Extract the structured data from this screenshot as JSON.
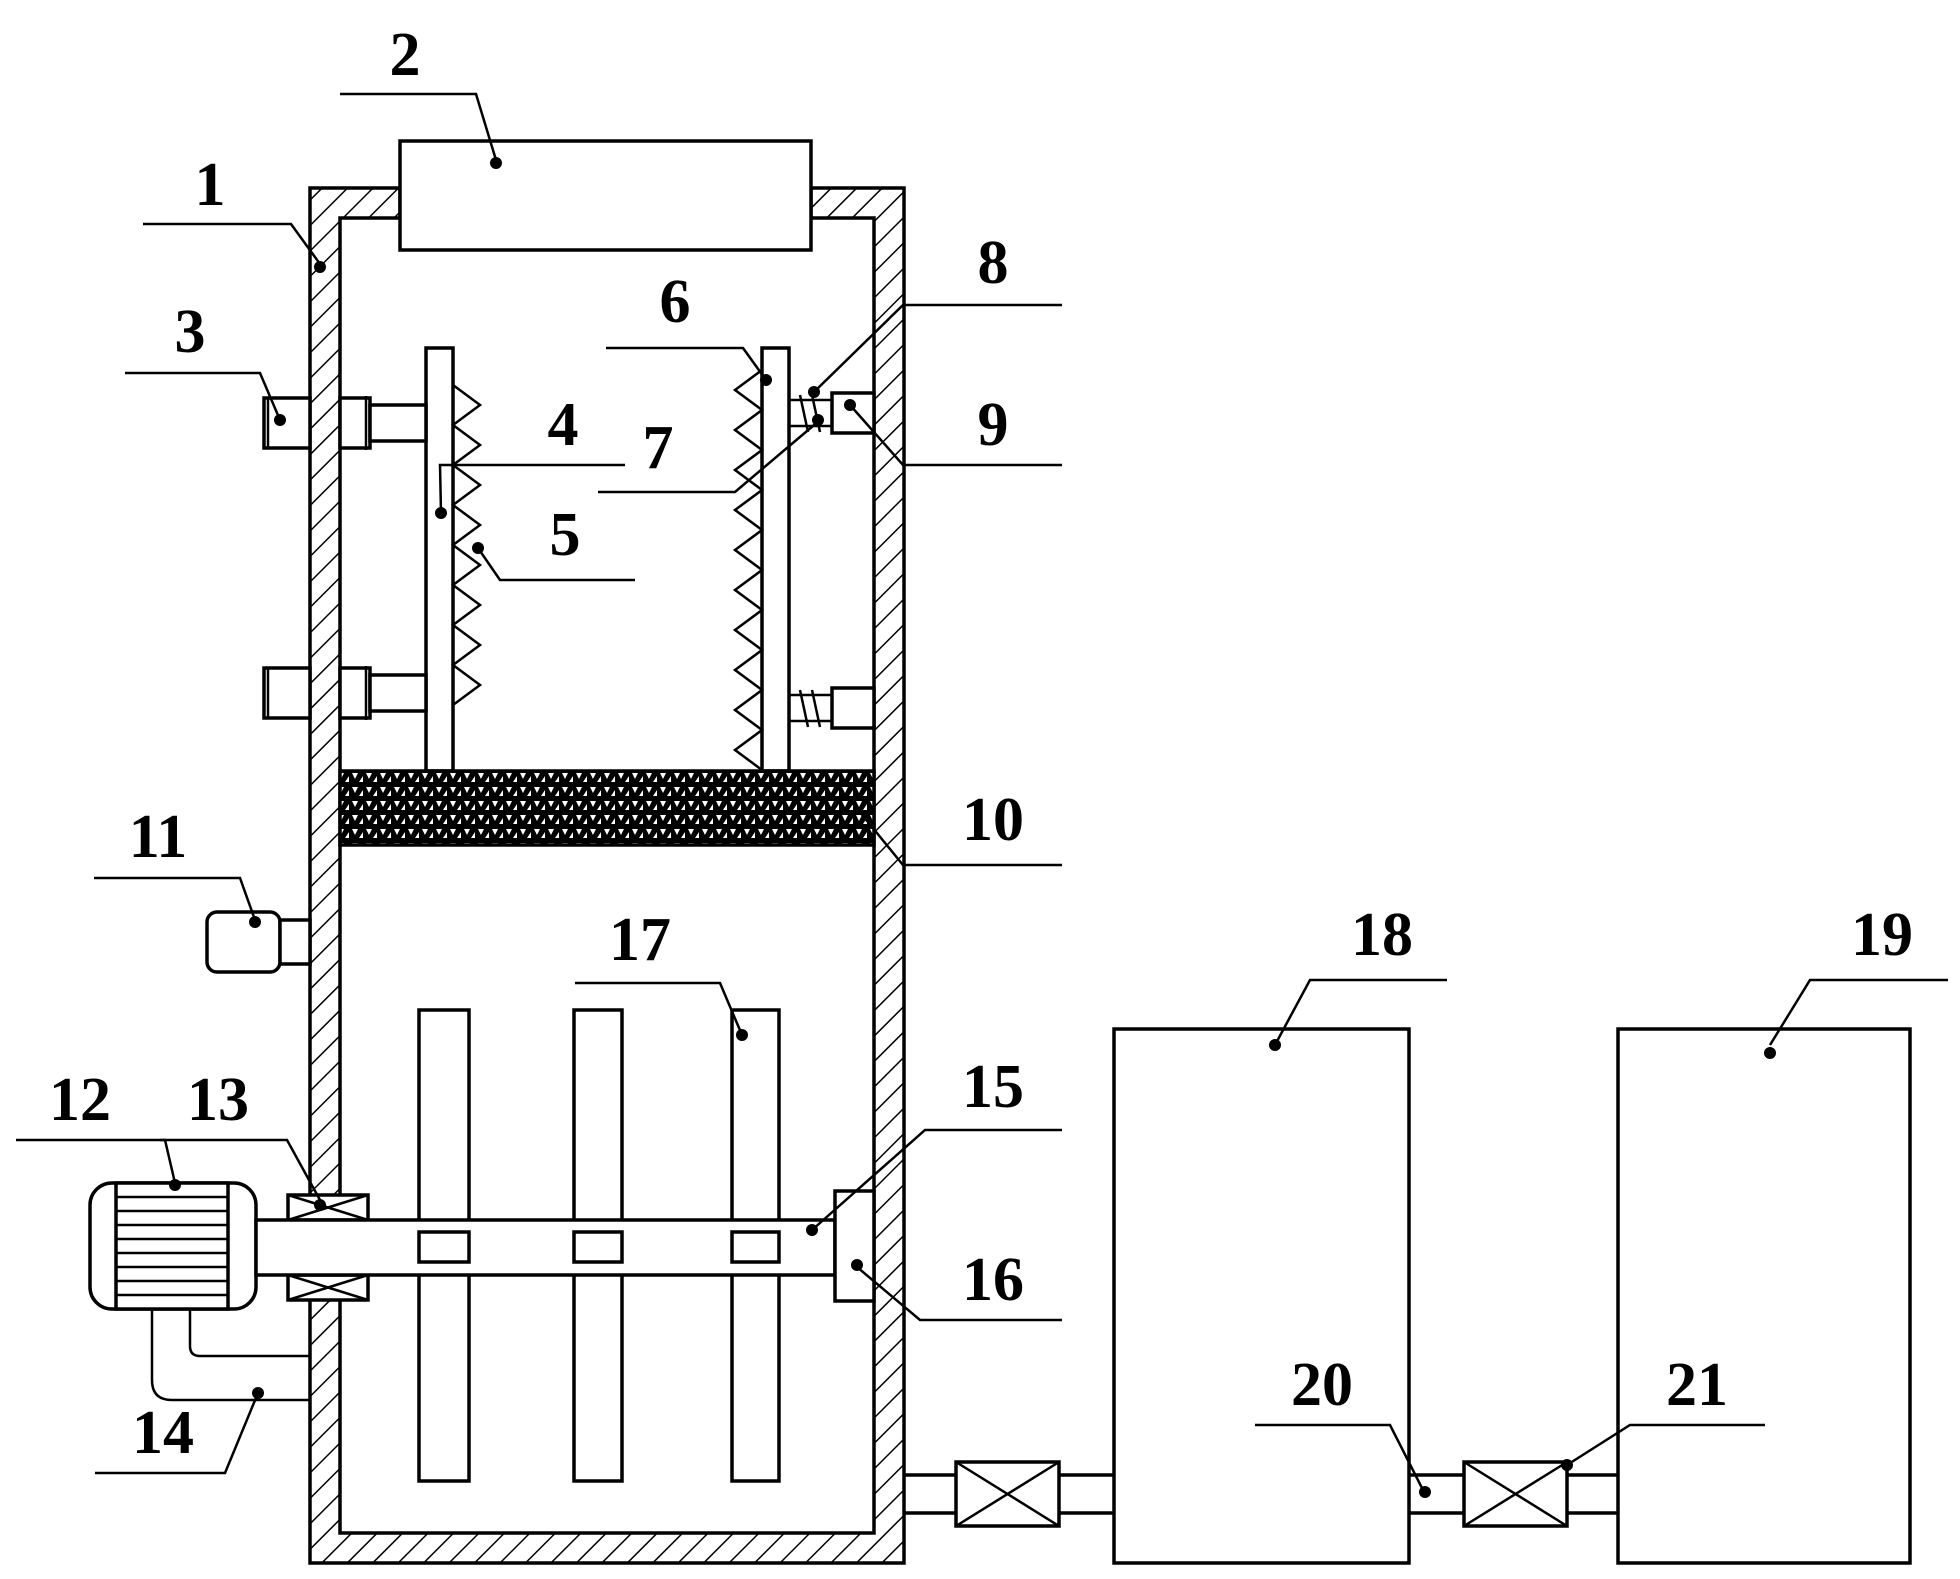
{
  "diagram": {
    "type": "patent-schematic",
    "colors": {
      "line": "#000000",
      "background": "#ffffff"
    },
    "labels": [
      {
        "id": "1",
        "text": "1"
      },
      {
        "id": "2",
        "text": "2"
      },
      {
        "id": "3",
        "text": "3"
      },
      {
        "id": "4",
        "text": "4"
      },
      {
        "id": "5",
        "text": "5"
      },
      {
        "id": "6",
        "text": "6"
      },
      {
        "id": "7",
        "text": "7"
      },
      {
        "id": "8",
        "text": "8"
      },
      {
        "id": "9",
        "text": "9"
      },
      {
        "id": "10",
        "text": "10"
      },
      {
        "id": "11",
        "text": "11"
      },
      {
        "id": "12",
        "text": "12"
      },
      {
        "id": "13",
        "text": "13"
      },
      {
        "id": "14",
        "text": "14"
      },
      {
        "id": "15",
        "text": "15"
      },
      {
        "id": "16",
        "text": "16"
      },
      {
        "id": "17",
        "text": "17"
      },
      {
        "id": "18",
        "text": "18"
      },
      {
        "id": "19",
        "text": "19"
      },
      {
        "id": "20",
        "text": "20"
      },
      {
        "id": "21",
        "text": "21"
      }
    ]
  }
}
